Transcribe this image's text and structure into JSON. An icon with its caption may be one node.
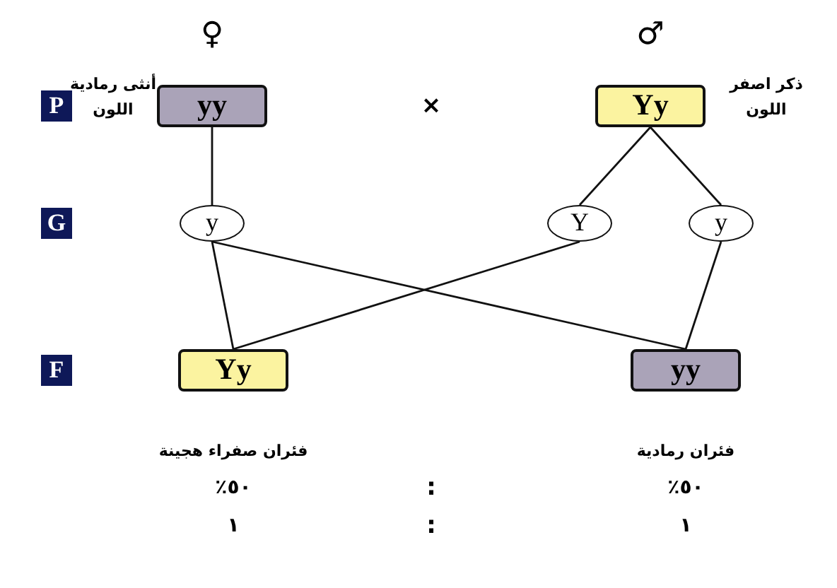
{
  "diagram": {
    "nodes": [
      {
        "text": [
          "yy"
        ],
        "beside": [
          "♀",
          "أنثى رمادية اللون"
        ]
      },
      {
        "text": [
          "Yy"
        ],
        "beside": [
          "♂",
          "ذكر اصفر اللون"
        ]
      },
      {
        "text": [
          "y"
        ]
      },
      {
        "text": [
          "Y"
        ]
      },
      {
        "text": [
          "y"
        ]
      },
      {
        "text": [
          "Yy"
        ],
        "beside": [
          "فئران صفراء هجينة"
        ]
      },
      {
        "text": [
          "yy"
        ],
        "beside": [
          "فئران رمادية"
        ]
      }
    ],
    "edges": [
      {
        "from": 0,
        "to": 2,
        "arrow": "none"
      },
      {
        "from": 1,
        "to": 3,
        "arrow": "none"
      },
      {
        "from": 1,
        "to": 4,
        "arrow": "none"
      },
      {
        "from": 2,
        "to": 5,
        "arrow": "none"
      },
      {
        "from": 2,
        "to": 6,
        "arrow": "none"
      },
      {
        "from": 3,
        "to": 5,
        "arrow": "none"
      },
      {
        "from": 4,
        "to": 6,
        "arrow": "none"
      }
    ],
    "labels": [
      "P",
      "×",
      "G",
      "F",
      "٥٠٪",
      ":",
      "٥٠٪",
      "١",
      ":",
      "١"
    ]
  }
}
